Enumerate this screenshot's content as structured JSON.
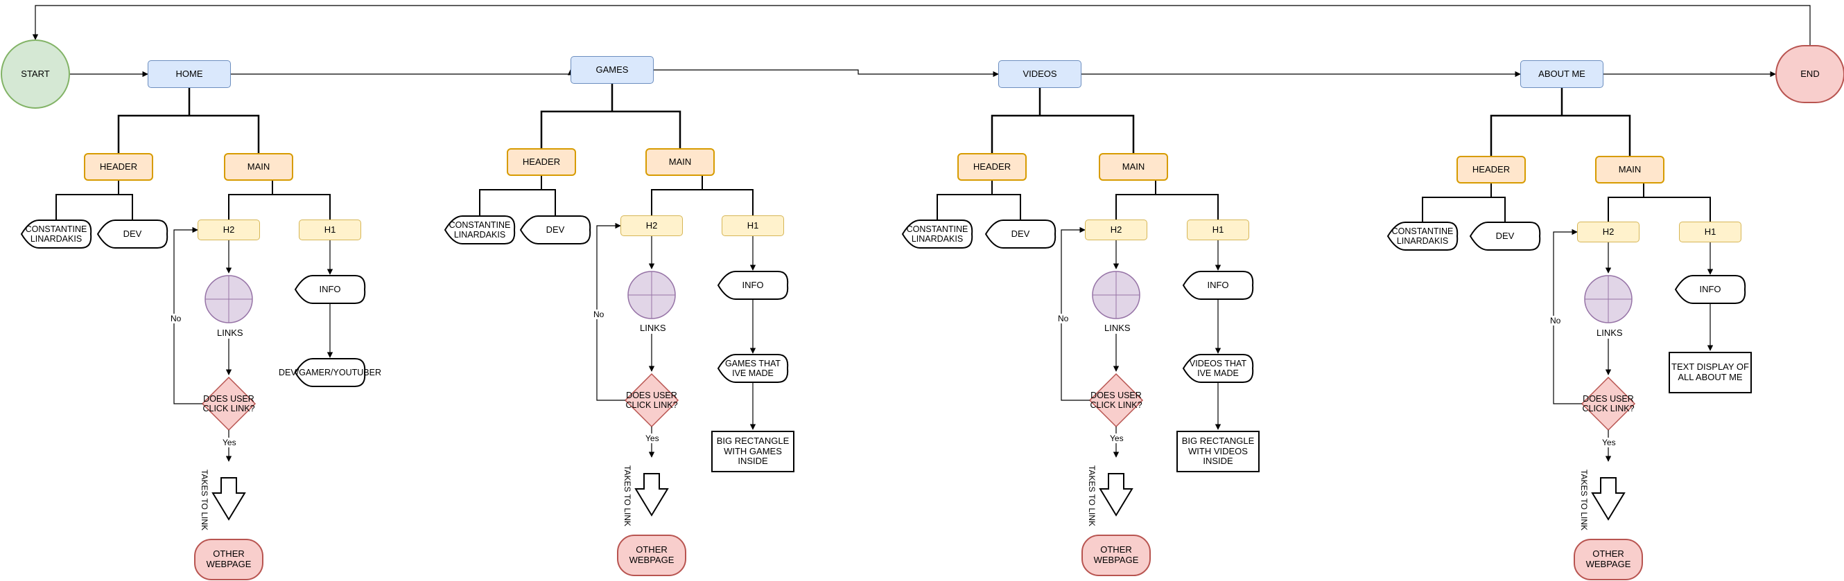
{
  "start": "START",
  "end": "END",
  "colors": {
    "start_fill": "#d5e8d4",
    "start_stroke": "#82b366",
    "end_fill": "#f8cecc",
    "end_stroke": "#b85450",
    "page_fill": "#dae8fc",
    "page_stroke": "#6c8ebf",
    "section_fill": "#ffe6cc",
    "section_stroke": "#d79b00",
    "heading_fill": "#fff2cc",
    "heading_stroke": "#d6b656",
    "links_fill": "#e1d5e7",
    "links_stroke": "#9673a6"
  },
  "columns": [
    {
      "page": "HOME",
      "header": "HEADER",
      "main": "MAIN",
      "header_children": [
        "CONSTANTINE LINARDAKIS",
        "DEV"
      ],
      "h2": "H2",
      "h1": "H1",
      "links": "LINKS",
      "decision": "DOES USER CLICK LINK?",
      "no": "No",
      "yes": "Yes",
      "takes": "TAKES TO LINK",
      "other": "OTHER WEBPAGE",
      "info": "INFO",
      "info_child": "DEV/GAMER/YOUTUBER",
      "box": ""
    },
    {
      "page": "GAMES",
      "header": "HEADER",
      "main": "MAIN",
      "header_children": [
        "CONSTANTINE LINARDAKIS",
        "DEV"
      ],
      "h2": "H2",
      "h1": "H1",
      "links": "LINKS",
      "decision": "DOES USER CLICK LINK?",
      "no": "No",
      "yes": "Yes",
      "takes": "TAKES TO LINK",
      "other": "OTHER WEBPAGE",
      "info": "INFO",
      "info_child": "GAMES THAT IVE MADE",
      "box": "BIG RECTANGLE WITH GAMES INSIDE"
    },
    {
      "page": "VIDEOS",
      "header": "HEADER",
      "main": "MAIN",
      "header_children": [
        "CONSTANTINE LINARDAKIS",
        "DEV"
      ],
      "h2": "H2",
      "h1": "H1",
      "links": "LINKS",
      "decision": "DOES USER CLICK LINK?",
      "no": "No",
      "yes": "Yes",
      "takes": "TAKES TO LINK",
      "other": "OTHER WEBPAGE",
      "info": "INFO",
      "info_child": "VIDEOS THAT IVE MADE",
      "box": "BIG RECTANGLE WITH VIDEOS INSIDE"
    },
    {
      "page": "ABOUT ME",
      "header": "HEADER",
      "main": "MAIN",
      "header_children": [
        "CONSTANTINE LINARDAKIS",
        "DEV"
      ],
      "h2": "H2",
      "h1": "H1",
      "links": "LINKS",
      "decision": "DOES USER CLICK LINK?",
      "no": "No",
      "yes": "Yes",
      "takes": "TAKES TO LINK",
      "other": "OTHER WEBPAGE",
      "info": "INFO",
      "info_child": "",
      "box": "TEXT DISPLAY OF ALL ABOUT ME"
    }
  ]
}
